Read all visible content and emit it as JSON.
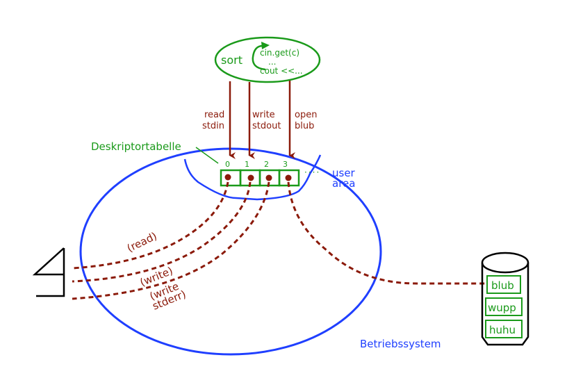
{
  "diagram": {
    "process": {
      "name": "sort",
      "code_lines": [
        "cin.get(c)",
        "...",
        "cout <<..."
      ]
    },
    "syscalls": [
      {
        "line1": "read",
        "line2": "stdin"
      },
      {
        "line1": "write",
        "line2": "stdout"
      },
      {
        "line1": "open",
        "line2": "blub"
      }
    ],
    "descriptor_table": {
      "label": "Deskriptortabelle",
      "indices": [
        "0",
        "1",
        "2",
        "3"
      ],
      "ellipsis": "····"
    },
    "user_area": {
      "line1": "user",
      "line2": "area"
    },
    "os_label": "Betriebssystem",
    "connections": {
      "read": "(read)",
      "write": "(write)",
      "write_stderr_1": "(write",
      "write_stderr_2": "stderr)"
    },
    "disk_files": [
      "blub",
      "wupp",
      "huhu"
    ],
    "colors": {
      "process": "#1a9a1a",
      "arrows": "#8b1a0a",
      "os": "#1f3fff",
      "terminal": "#000000"
    }
  }
}
